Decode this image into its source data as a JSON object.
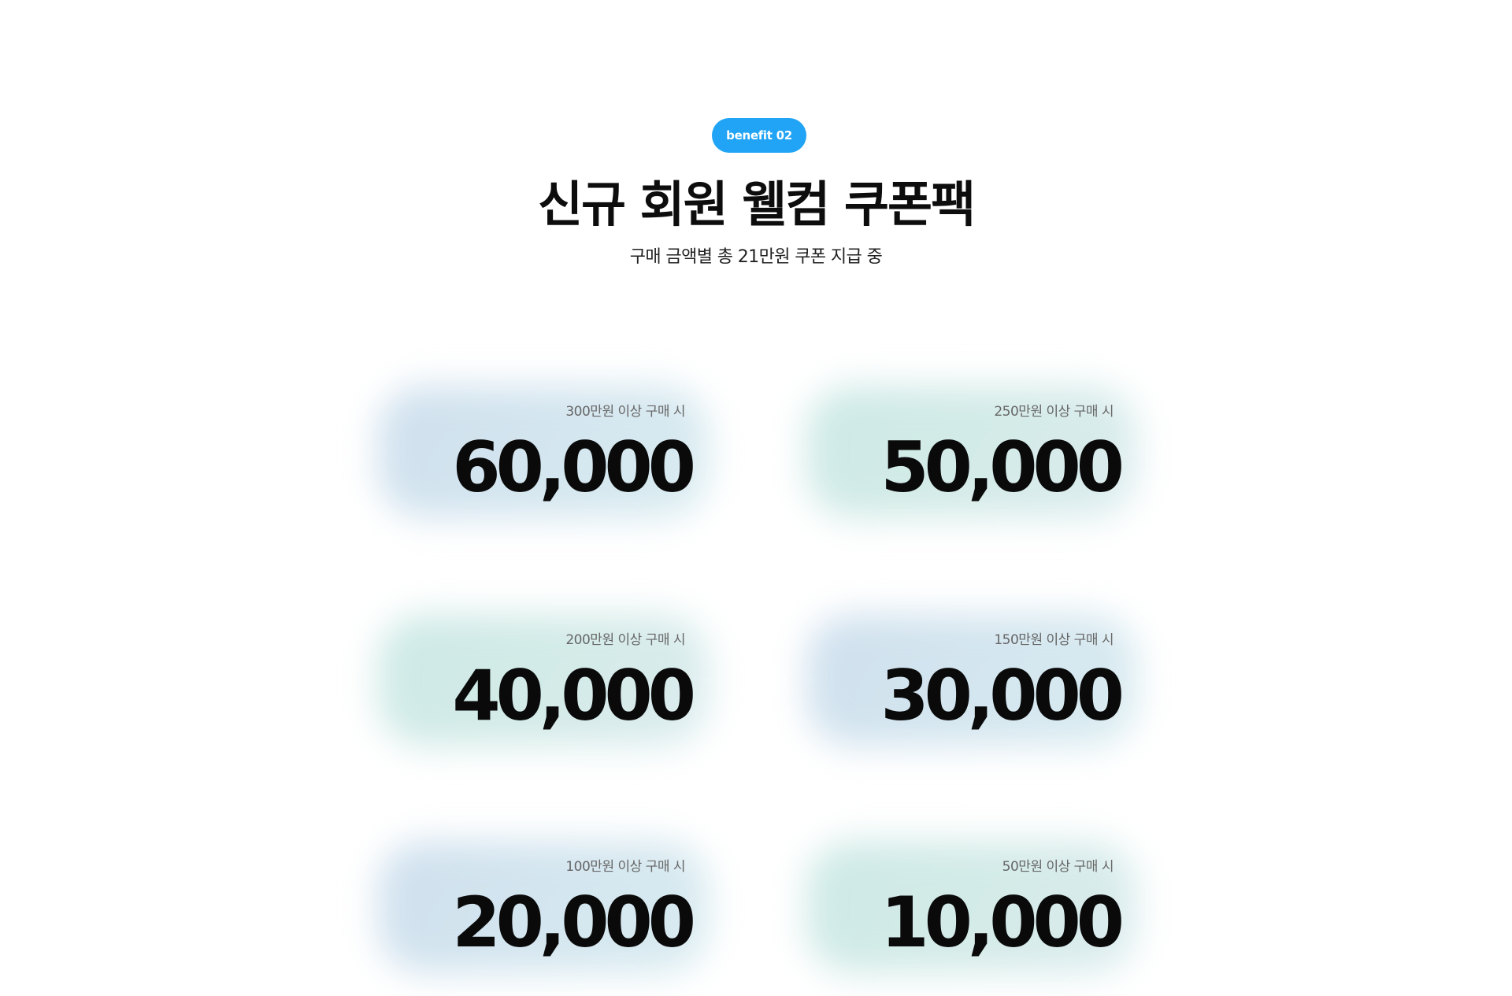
{
  "header": {
    "badge": "benefit 02",
    "title": "신규 회원 웰컴 쿠폰팩",
    "subtitle": "구매 금액별 총 21만원 쿠폰 지급 중"
  },
  "coupons": [
    {
      "condition": "300만원 이상 구매 시",
      "amount": "60,000"
    },
    {
      "condition": "250만원 이상 구매 시",
      "amount": "50,000"
    },
    {
      "condition": "200만원 이상 구매 시",
      "amount": "40,000"
    },
    {
      "condition": "150만원 이상 구매 시",
      "amount": "30,000"
    },
    {
      "condition": "100만원 이상 구매 시",
      "amount": "20,000"
    },
    {
      "condition": "50만원 이상 구매 시",
      "amount": "10,000"
    }
  ],
  "colors": {
    "accent": "#21a4f5",
    "card_blue": "#d4e6ef",
    "card_mint": "#d4ebe8",
    "text": "#0a0a0a",
    "muted": "#666666"
  }
}
